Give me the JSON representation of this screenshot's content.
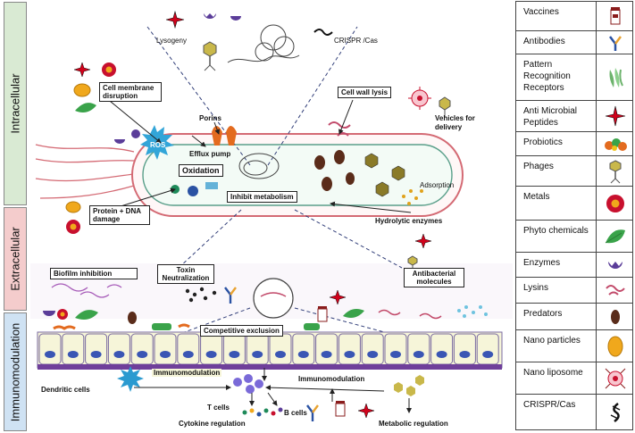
{
  "bands": {
    "intracellular": "Intracellular",
    "extracellular": "Extracellular",
    "immunomodulation": "Immunomodulation"
  },
  "diagram": {
    "lysogeny": "Lysogeny",
    "crispr": "CRISPR /Cas",
    "membrane_disruption": "Cell membrane disruption",
    "cell_wall_lysis": "Cell wall lysis",
    "porins": "Porins",
    "vehicles": "Vehicles for delivery",
    "ros": "ROS",
    "efflux_pump": "Efflux pump",
    "oxidation": "Oxidation",
    "inhibit_metabolism": "Inhibit metabolism",
    "adsorption": "Adsorption",
    "protein_dna": "Protein + DNA damage",
    "hydrolytic": "Hydrolytic enzymes",
    "biofilm": "Biofilm inhibition",
    "toxin": "Toxin Neutralization",
    "antibacterial": "Antibacterial molecules",
    "competitive": "Competitive exclusion",
    "immunomod_cell": "Immunomodulation",
    "immunomod_arrow": "Immunomodulation",
    "dendritic": "Dendritic cells",
    "t_cells": "T cells",
    "b_cells": "B cells",
    "cytokine": "Cytokine regulation",
    "metabolic": "Metabolic  regulation"
  },
  "legend": [
    {
      "label": "Vaccines",
      "icon": "vaccine-vial-icon"
    },
    {
      "label": "Antibodies",
      "icon": "antibody-icon"
    },
    {
      "label": "Pattern Recognition Receptors",
      "icon": "receptor-icon"
    },
    {
      "label": "Anti Microbial Peptides",
      "icon": "star-peptide-icon"
    },
    {
      "label": "Probiotics",
      "icon": "probiotic-cluster-icon"
    },
    {
      "label": "Phages",
      "icon": "phage-icon"
    },
    {
      "label": "Metals",
      "icon": "metal-ring-icon"
    },
    {
      "label": "Phyto chemicals",
      "icon": "leaf-icon"
    },
    {
      "label": "Enzymes",
      "icon": "enzyme-icon"
    },
    {
      "label": "Lysins",
      "icon": "lysin-icon"
    },
    {
      "label": "Predators",
      "icon": "predator-icon"
    },
    {
      "label": "Nano particles",
      "icon": "nanoparticle-icon"
    },
    {
      "label": "Nano liposome",
      "icon": "liposome-icon"
    },
    {
      "label": "CRISPR/Cas",
      "icon": "crispr-icon"
    }
  ],
  "colors": {
    "intracellular_band": "#d9ead3",
    "extracellular_band": "#f4cccc",
    "immunomodulation_band": "#cfe2f3",
    "star": "#d0021b",
    "metal_ring": "#c8102e",
    "nanoparticle": "#f0a81c",
    "leaf": "#3aa34a",
    "enzyme": "#5b3d99",
    "cell_outline": "#d46a74"
  }
}
